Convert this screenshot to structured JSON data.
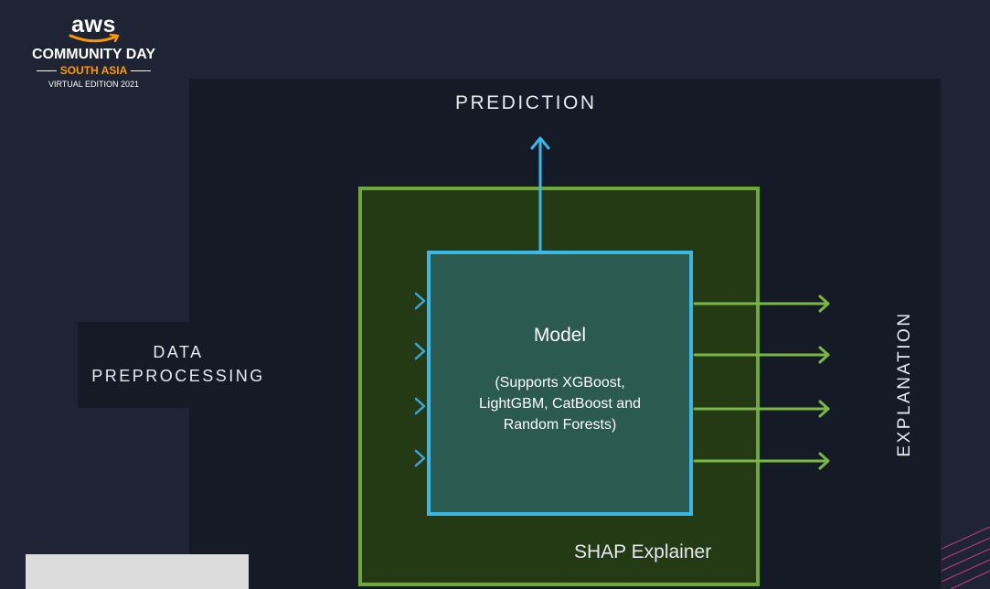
{
  "logo": {
    "brand": "aws",
    "event": "COMMUNITY DAY",
    "region": "SOUTH ASIA",
    "edition": "VIRTUAL EDITION 2021"
  },
  "diagram": {
    "prediction_label": "PREDICTION",
    "input_label_line1": "DATA",
    "input_label_line2": "PREPROCESSING",
    "output_label": "EXPLANATION",
    "model_title": "Model",
    "model_desc_line1": "(Supports XGBoost,",
    "model_desc_line2": "LightGBM, CatBoost and",
    "model_desc_line3": "Random Forests)",
    "explainer_label": "SHAP Explainer"
  },
  "colors": {
    "background": "#1e2433",
    "panel": "#151b26",
    "explainer_fill": "#243a14",
    "explainer_border": "#6fa83a",
    "model_fill": "#2a5a50",
    "model_border": "#38b8e6",
    "input_arrow": "#3aa8e0",
    "output_arrow": "#7ab844",
    "logo_accent": "#ff9900"
  }
}
